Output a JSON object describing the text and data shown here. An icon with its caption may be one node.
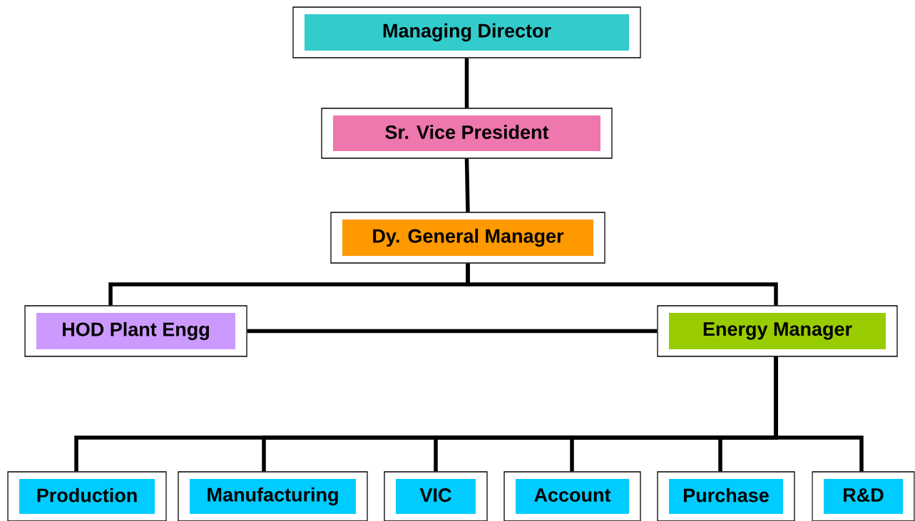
{
  "diagram": {
    "nodes": [
      {
        "text": [
          "Managing Director"
        ]
      },
      {
        "text": [
          "Sr. Vice President"
        ]
      },
      {
        "text": [
          "Dy. General Manager"
        ]
      },
      {
        "text": [
          "HOD Plant Engg"
        ]
      },
      {
        "text": [
          "Energy Manager"
        ]
      },
      {
        "text": [
          "Production"
        ]
      },
      {
        "text": [
          "Manufacturing"
        ]
      },
      {
        "text": [
          "VIC"
        ]
      },
      {
        "text": [
          "Account"
        ]
      },
      {
        "text": [
          "Purchase"
        ]
      },
      {
        "text": [
          "R&D"
        ]
      }
    ],
    "edges": [
      {
        "from": 0,
        "to": 1,
        "arrow": "none"
      },
      {
        "from": 1,
        "to": 2,
        "arrow": "none"
      },
      {
        "from": 2,
        "to": 3,
        "arrow": "none"
      },
      {
        "from": 2,
        "to": 4,
        "arrow": "none"
      },
      {
        "from": 3,
        "to": 4,
        "arrow": "none"
      },
      {
        "from": 4,
        "to": 5,
        "arrow": "none"
      },
      {
        "from": 4,
        "to": 6,
        "arrow": "none"
      },
      {
        "from": 4,
        "to": 7,
        "arrow": "none"
      },
      {
        "from": 4,
        "to": 8,
        "arrow": "none"
      },
      {
        "from": 4,
        "to": 9,
        "arrow": "none"
      },
      {
        "from": 4,
        "to": 10,
        "arrow": "none"
      }
    ]
  }
}
